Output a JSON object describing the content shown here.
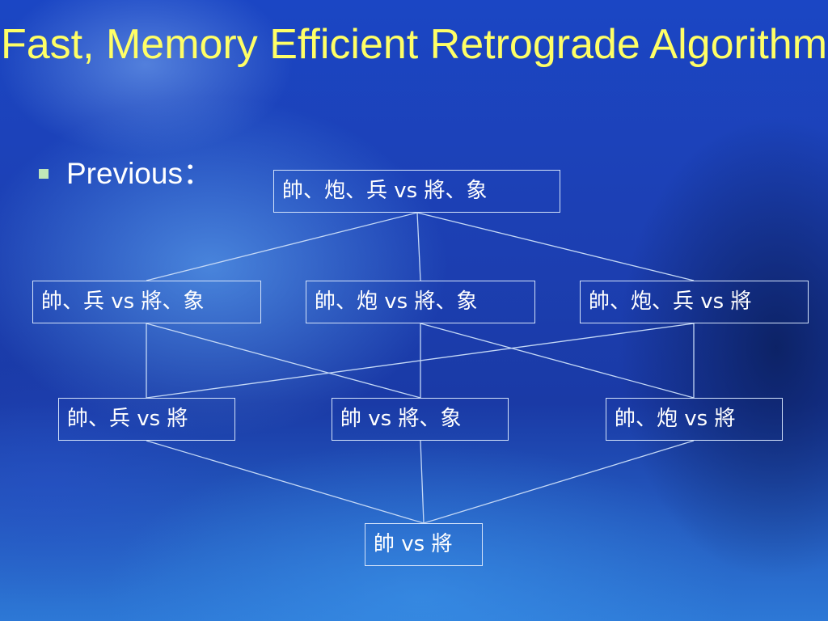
{
  "slide": {
    "title": "Fast, Memory Efficient Retrograde Algorithm",
    "bullet": "Previous："
  },
  "tree": {
    "root": "帥、炮、兵 vs 將、象",
    "level1": [
      "帥、兵 vs 將、象",
      "帥、炮 vs 將、象",
      "帥、炮、兵 vs 將"
    ],
    "level2": [
      "帥、兵 vs 將",
      "帥 vs 將、象",
      "帥、炮 vs 將"
    ],
    "leaf": "帥 vs 將"
  },
  "colors": {
    "title": "#ffff66",
    "text": "#ffffff",
    "bullet_marker": "#bfe6b8",
    "node_border": "#d3e2fa",
    "connector": "#c4d8f6"
  }
}
